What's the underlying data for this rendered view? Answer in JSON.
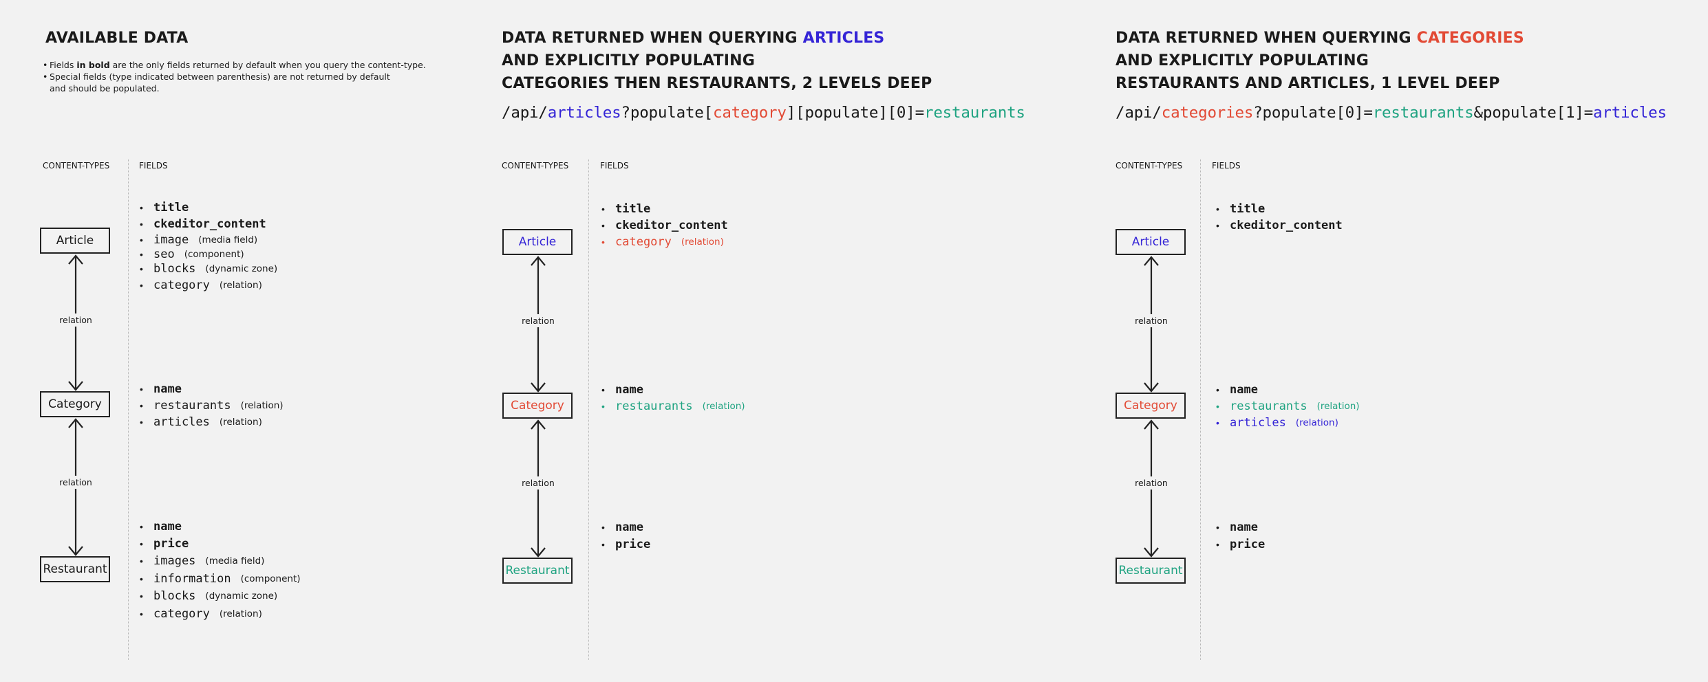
{
  "panel1": {
    "title": "AVAILABLE DATA",
    "notes": {
      "n1_pre": "Fields ",
      "n1_bold": "in bold",
      "n1_post": " are the only fields returned by default when you query the content-type.",
      "n2_l1": "Special fields (type indicated between parenthesis) are not returned by default",
      "n2_l2": "and should be populated."
    }
  },
  "panel2": {
    "title_l1_pre": "DATA RETURNED WHEN QUERYING ",
    "title_l1_hl": "ARTICLES",
    "title_l2": "AND EXPLICITLY POPULATING",
    "title_l3": "CATEGORIES THEN RESTAURANTS, 2 LEVELS DEEP",
    "url": {
      "p1": "/api/",
      "p2": "articles",
      "p3": "?populate[",
      "p4": "category",
      "p5": "][populate][0]=",
      "p6": "restaurants"
    }
  },
  "panel3": {
    "title_l1_pre": "DATA RETURNED WHEN QUERYING ",
    "title_l1_hl": "CATEGORIES",
    "title_l2": "AND EXPLICITLY POPULATING",
    "title_l3": "RESTAURANTS AND ARTICLES, 1 LEVEL DEEP",
    "url": {
      "p1": "/api/",
      "p2": "categories",
      "p3": "?populate[0]=",
      "p4": "restaurants",
      "p5": "&populate[1]=",
      "p6": "articles"
    }
  },
  "labels": {
    "content_types": "CONTENT-TYPES",
    "fields": "FIELDS",
    "relation": "relation"
  },
  "nodes": {
    "article": "Article",
    "category": "Category",
    "restaurant": "Restaurant"
  },
  "fields1": {
    "article": [
      {
        "name": "title",
        "type": ""
      },
      {
        "name": "ckeditor_content",
        "type": ""
      },
      {
        "name": "image",
        "type": "(media field)"
      },
      {
        "name": "seo",
        "type": "(component)"
      },
      {
        "name": "blocks",
        "type": "(dynamic zone)"
      },
      {
        "name": "category",
        "type": "(relation)"
      }
    ],
    "category": [
      {
        "name": "name",
        "type": ""
      },
      {
        "name": "restaurants",
        "type": "(relation)"
      },
      {
        "name": "articles",
        "type": "(relation)"
      }
    ],
    "restaurant": [
      {
        "name": "name",
        "type": ""
      },
      {
        "name": "price",
        "type": ""
      },
      {
        "name": "images",
        "type": "(media field)"
      },
      {
        "name": "information",
        "type": "(component)"
      },
      {
        "name": "blocks",
        "type": "(dynamic zone)"
      },
      {
        "name": "category",
        "type": "(relation)"
      }
    ]
  },
  "fields2": {
    "article": [
      {
        "name": "title",
        "type": ""
      },
      {
        "name": "ckeditor_content",
        "type": ""
      },
      {
        "name": "category",
        "type": "(relation)"
      }
    ],
    "category": [
      {
        "name": "name",
        "type": ""
      },
      {
        "name": "restaurants",
        "type": "(relation)"
      }
    ],
    "restaurant": [
      {
        "name": "name",
        "type": ""
      },
      {
        "name": "price",
        "type": ""
      }
    ]
  },
  "fields3": {
    "article": [
      {
        "name": "title",
        "type": ""
      },
      {
        "name": "ckeditor_content",
        "type": ""
      }
    ],
    "category": [
      {
        "name": "name",
        "type": ""
      },
      {
        "name": "restaurants",
        "type": "(relation)"
      },
      {
        "name": "articles",
        "type": "(relation)"
      }
    ],
    "restaurant": [
      {
        "name": "name",
        "type": ""
      },
      {
        "name": "price",
        "type": ""
      }
    ]
  },
  "colors": {
    "articles": "#3424d6",
    "categories": "#e24a35",
    "restaurants": "#1fa381",
    "text": "#1a1a1a",
    "background": "#f2f2f2"
  }
}
